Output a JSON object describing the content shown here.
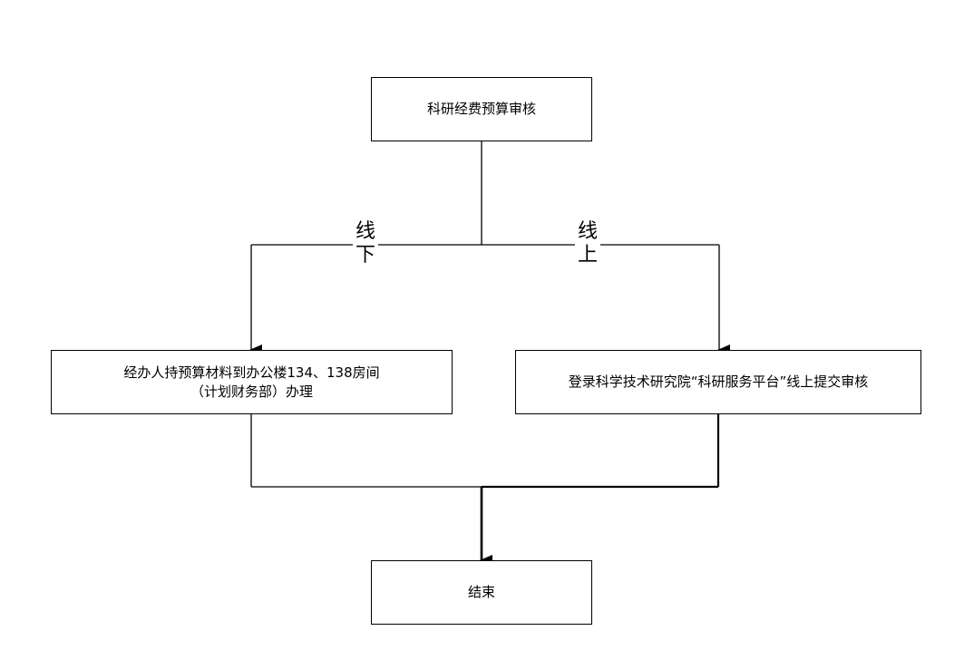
{
  "diagram": {
    "nodes": {
      "start": "科研经费预算审核",
      "offline_action": "经办人持预算材料到办公楼134、138房间\n（计划财务部）办理",
      "online_action": "登录科学技术研究院“科研服务平台”线上提交审核",
      "end": "结束"
    },
    "branch_labels": {
      "offline": [
        "线",
        "下"
      ],
      "online": [
        "线",
        "上"
      ]
    },
    "colors": {
      "line": "#000000",
      "box_border": "#000000",
      "background": "#ffffff"
    }
  }
}
